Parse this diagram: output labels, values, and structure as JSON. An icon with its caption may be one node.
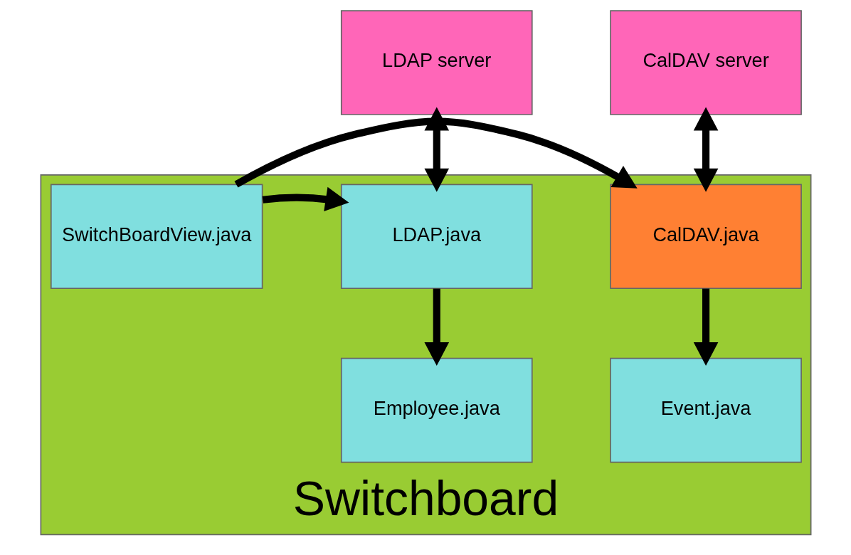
{
  "diagram": {
    "nodes": [
      {
        "text": [
          "LDAP server"
        ]
      },
      {
        "text": [
          "CalDAV server"
        ]
      },
      {
        "text": [
          "Switchboard"
        ]
      },
      {
        "text": [
          "LDAP.java"
        ],
        "in": 2
      },
      {
        "text": [
          "SwitchBoardView.java"
        ],
        "in": 2
      },
      {
        "text": [
          "CalDAV.java"
        ],
        "in": 2
      },
      {
        "text": [
          "Employee.java"
        ],
        "in": 2
      },
      {
        "text": [
          "Event.java"
        ],
        "in": 2
      }
    ],
    "edges": [
      {
        "from": 0,
        "to": 3,
        "arrow": "both"
      },
      {
        "from": 1,
        "to": 5,
        "arrow": "both"
      },
      {
        "from": 4,
        "to": 3,
        "arrow": "to"
      },
      {
        "from": 4,
        "to": 5,
        "arrow": "to"
      },
      {
        "from": 3,
        "to": 6,
        "arrow": "to"
      },
      {
        "from": 5,
        "to": 7,
        "arrow": "to"
      }
    ]
  }
}
